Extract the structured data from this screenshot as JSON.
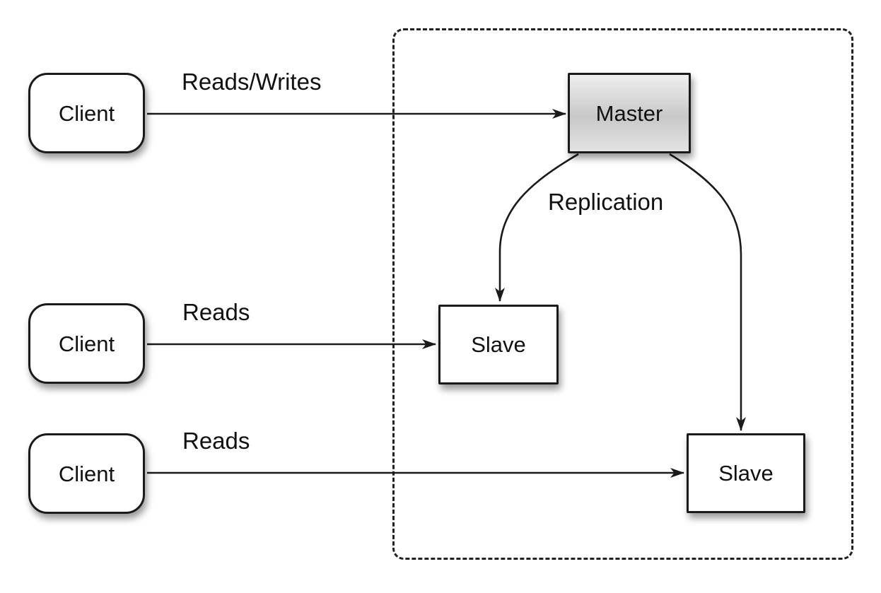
{
  "diagram": {
    "nodes": {
      "clients": [
        {
          "id": "client-1",
          "label": "Client"
        },
        {
          "id": "client-2",
          "label": "Client"
        },
        {
          "id": "client-3",
          "label": "Client"
        }
      ],
      "master": {
        "id": "master",
        "label": "Master"
      },
      "slaves": [
        {
          "id": "slave-1",
          "label": "Slave"
        },
        {
          "id": "slave-2",
          "label": "Slave"
        }
      ]
    },
    "edges": [
      {
        "from": "client-1",
        "to": "master",
        "label": "Reads/Writes"
      },
      {
        "from": "client-2",
        "to": "slave-1",
        "label": "Reads"
      },
      {
        "from": "client-3",
        "to": "slave-2",
        "label": "Reads"
      },
      {
        "from": "master",
        "to": "slave-1",
        "label": "Replication"
      },
      {
        "from": "master",
        "to": "slave-2",
        "label": ""
      }
    ],
    "colors": {
      "line": "#1a1a1a",
      "box_border": "#1a1a1a",
      "box_fill": "#ffffff",
      "master_fill_top": "#efefef",
      "master_fill_mid": "#c8c8c8",
      "master_fill_bottom": "#e3e3e3",
      "boundary_dash": "#222222",
      "background": "#ffffff"
    }
  }
}
